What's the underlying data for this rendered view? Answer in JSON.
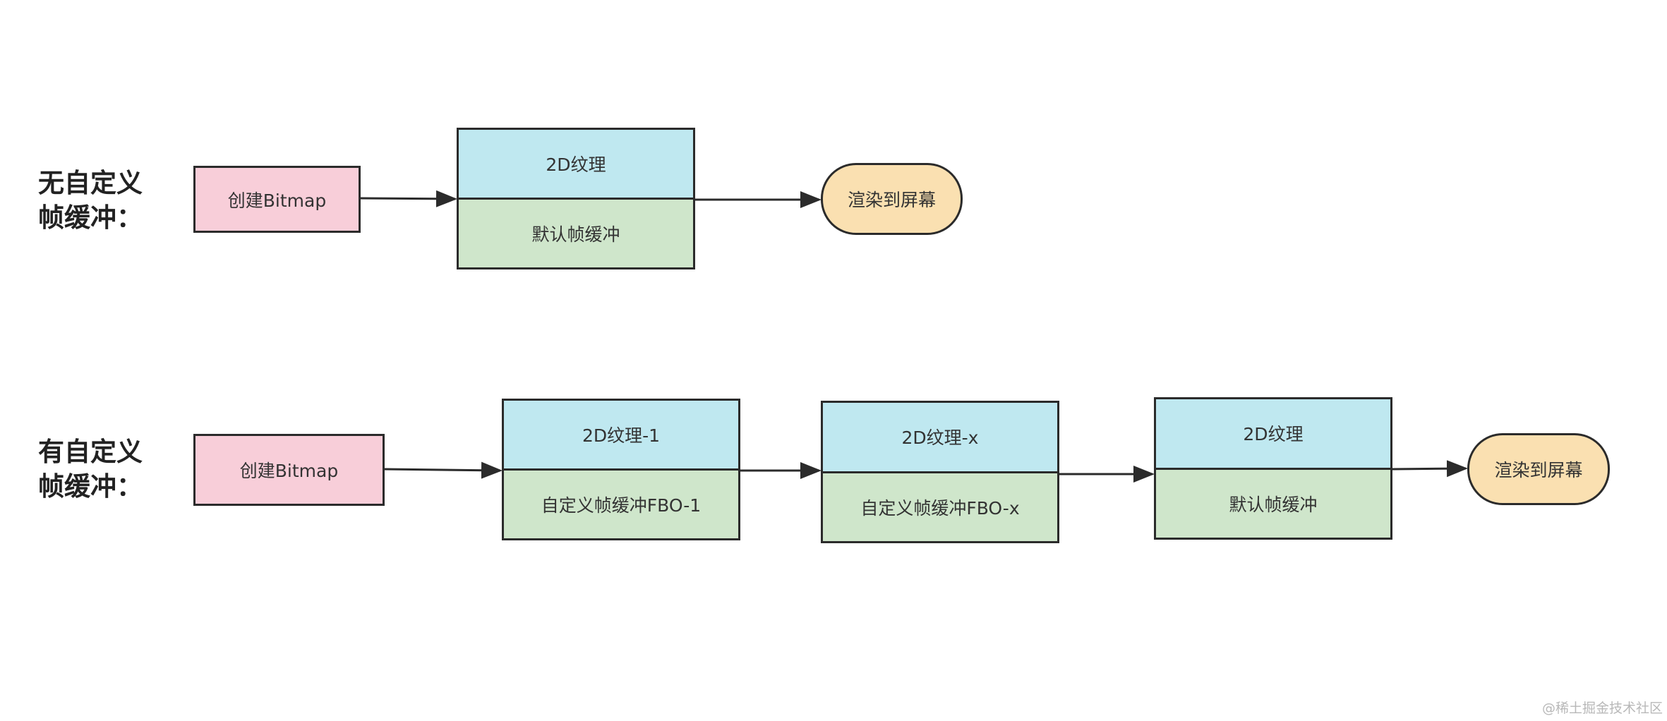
{
  "row1": {
    "label": "无自定义\n帧缓冲：",
    "bitmap": "创建Bitmap",
    "texture": "2D纹理",
    "framebuffer": "默认帧缓冲",
    "screen": "渲染到屏幕"
  },
  "row2": {
    "label": "有自定义\n帧缓冲：",
    "bitmap": "创建Bitmap",
    "stage1": {
      "texture": "2D纹理-1",
      "framebuffer": "自定义帧缓冲FBO-1"
    },
    "stage2": {
      "texture": "2D纹理-x",
      "framebuffer": "自定义帧缓冲FBO-x"
    },
    "stage3": {
      "texture": "2D纹理",
      "framebuffer": "默认帧缓冲"
    },
    "screen": "渲染到屏幕"
  },
  "watermark": "@稀土掘金技术社区",
  "colors": {
    "bitmap": "#f8ced9",
    "texture": "#bfe8f0",
    "framebuffer": "#cfe6cb",
    "screen": "#fae0b1",
    "stroke": "#2b2b2b"
  }
}
